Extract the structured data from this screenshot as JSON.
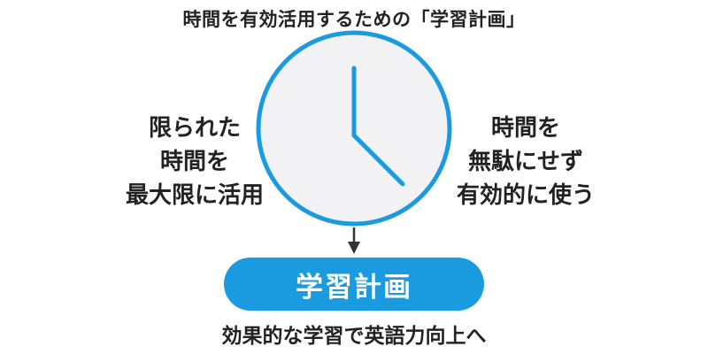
{
  "title": "時間を有効活用するための「学習計画」",
  "left_text": [
    "限られた",
    "時間を",
    "最大限に活用"
  ],
  "right_text": [
    "時間を",
    "無駄にせず",
    "有効的に使う"
  ],
  "center_label": "学習計画",
  "caption": "効果的な学習で英語力向上へ",
  "colors": {
    "accent": "#1a9be0",
    "clock_face": "#f2f2f4",
    "text": "#222222",
    "arrow": "#333333"
  },
  "icons": {
    "clock": "clock-icon",
    "arrow": "arrow-down-icon"
  }
}
